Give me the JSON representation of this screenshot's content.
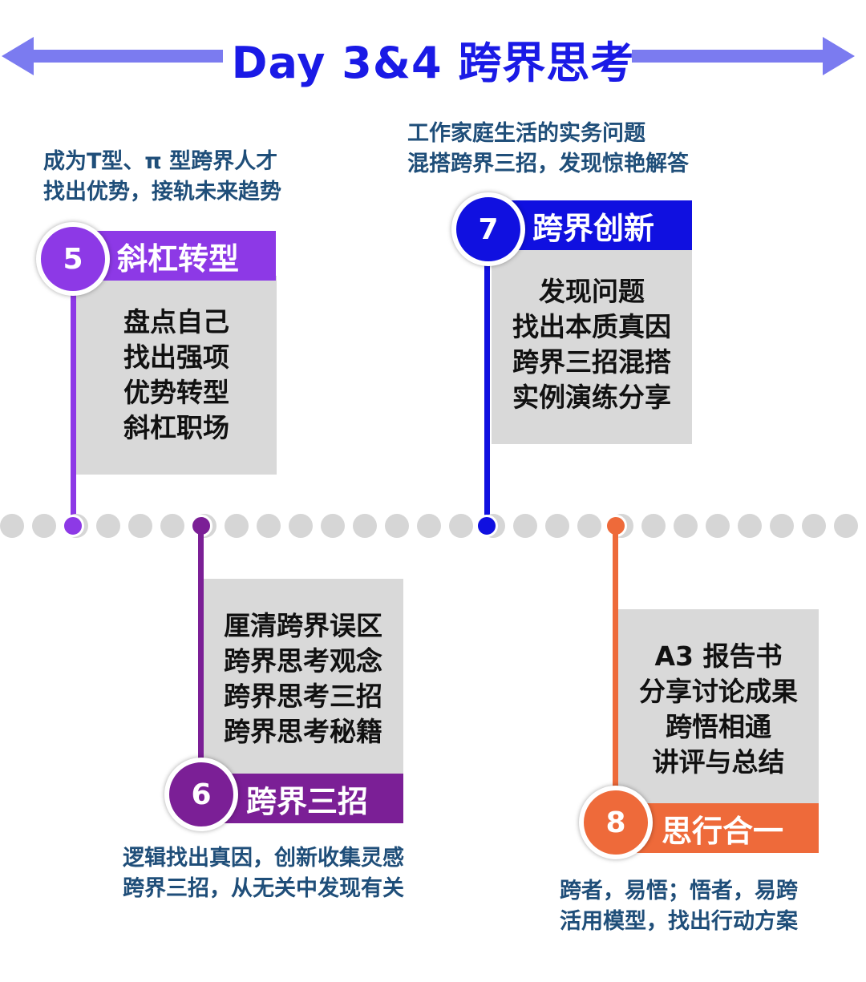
{
  "title": "Day 3&4 跨界思考",
  "colors": {
    "title_blue": "#1a1ae6",
    "arrow_blue": "#7b7bf0",
    "purple_light": "#8d39e6",
    "purple_dark": "#7b1f96",
    "blue": "#1010e0",
    "orange": "#ee6a3a",
    "card_gray": "#d9d9d9",
    "desc_text": "#1f4e79"
  },
  "stages": {
    "s5": {
      "number": "5",
      "label": "斜杠转型",
      "description": [
        "成为T型、π 型跨界人才",
        "找出优势，接轨未来趋势"
      ],
      "items": [
        "盘点自己",
        "找出强项",
        "优势转型",
        "斜杠职场"
      ]
    },
    "s6": {
      "number": "6",
      "label": "跨界三招",
      "description": [
        "逻辑找出真因，创新收集灵感",
        "跨界三招，从无关中发现有关"
      ],
      "items": [
        "厘清跨界误区",
        "跨界思考观念",
        "跨界思考三招",
        "跨界思考秘籍"
      ]
    },
    "s7": {
      "number": "7",
      "label": "跨界创新",
      "description": [
        "工作家庭生活的实务问题",
        "混搭跨界三招，发现惊艳解答"
      ],
      "items": [
        "发现问题",
        "找出本质真因",
        "跨界三招混搭",
        "实例演练分享"
      ]
    },
    "s8": {
      "number": "8",
      "label": "思行合一",
      "description": [
        "跨者，易悟；悟者，易跨",
        "活用模型，找出行动方案"
      ],
      "items": [
        "A3 报告书",
        "分享讨论成果",
        "跨悟相通",
        "讲评与总结"
      ]
    }
  }
}
